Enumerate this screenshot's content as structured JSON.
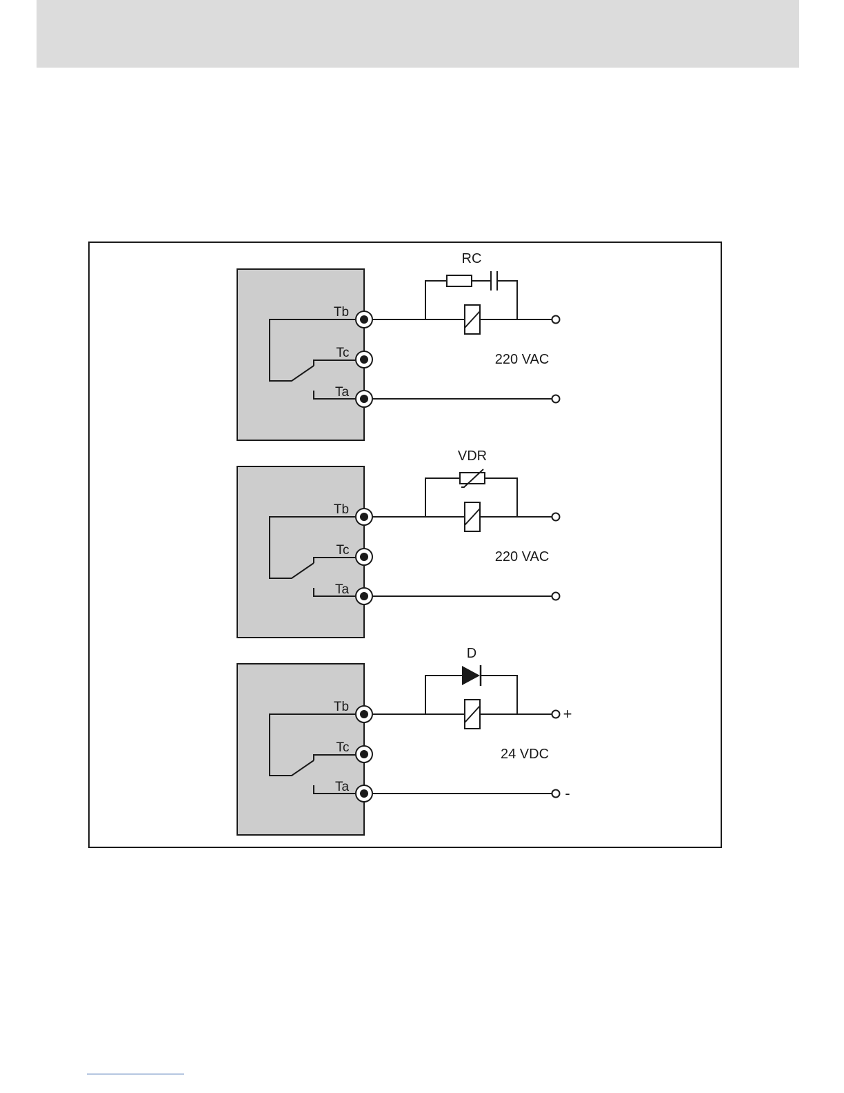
{
  "colors": {
    "header_band": "#dcdcdc",
    "relay_box": "#cdcdcd",
    "ink": "#1a1a1a",
    "footer_rule": "#1a4fa0"
  },
  "diagrams": [
    {
      "component": "RC",
      "component_icon": "rc-snubber-icon",
      "supply": "220 VAC",
      "plus": "",
      "minus": "",
      "terminals": {
        "tb": "Tb",
        "tc": "Tc",
        "ta": "Ta"
      }
    },
    {
      "component": "VDR",
      "component_icon": "varistor-icon",
      "supply": "220 VAC",
      "plus": "",
      "minus": "",
      "terminals": {
        "tb": "Tb",
        "tc": "Tc",
        "ta": "Ta"
      }
    },
    {
      "component": "D",
      "component_icon": "diode-icon",
      "supply": "24 VDC",
      "plus": "+",
      "minus": "-",
      "terminals": {
        "tb": "Tb",
        "tc": "Tc",
        "ta": "Ta"
      }
    }
  ]
}
